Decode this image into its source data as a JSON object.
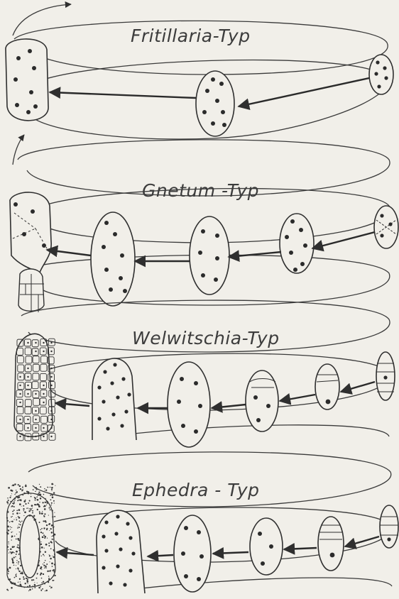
{
  "figure": {
    "bands": [
      {
        "id": "fritillaria",
        "label": "Fritillaria-Typ"
      },
      {
        "id": "gnetum",
        "label": "Gnetum -Typ"
      },
      {
        "id": "welwitschia",
        "label": "Welwitschia-Typ"
      },
      {
        "id": "ephedra",
        "label": "Ephedra - Typ"
      }
    ],
    "colors": {
      "paper": "#f1efe9",
      "ink": "#2f2f2f",
      "stipple": "#3a3a3a"
    }
  }
}
